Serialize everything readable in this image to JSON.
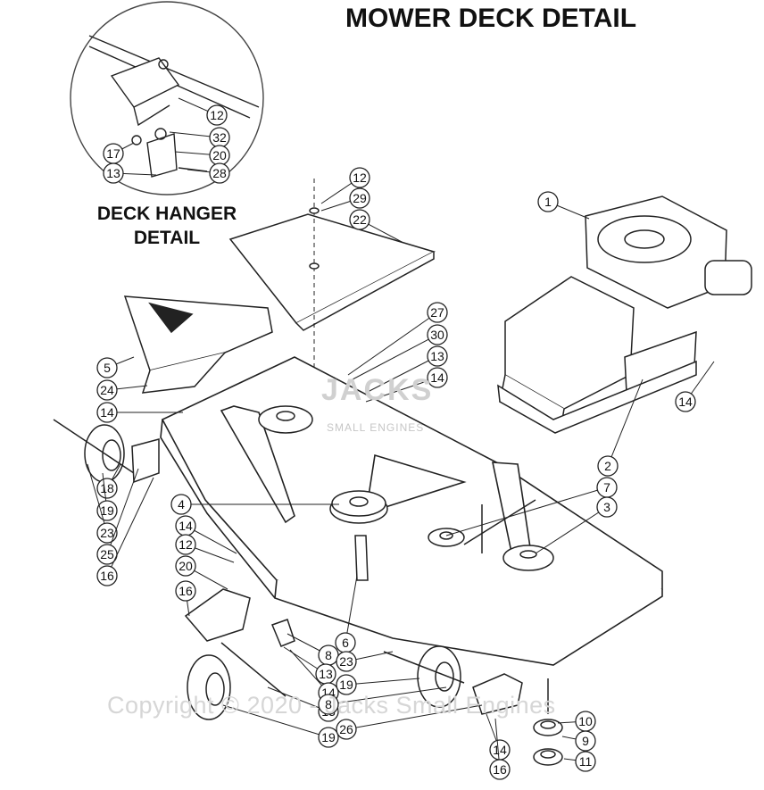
{
  "title": "MOWER DECK DETAIL",
  "inset_label": [
    "DECK HANGER",
    "DETAIL"
  ],
  "watermark": "Copyright © 2020 - Jacks Small Engines",
  "logo": {
    "name": "JACKS",
    "sub": "SMALL ENGINES"
  },
  "callouts": {
    "inset": [
      "12",
      "32",
      "20",
      "17",
      "13",
      "28"
    ],
    "main": [
      "1",
      "12",
      "29",
      "22",
      "27",
      "30",
      "13",
      "14",
      "5",
      "24",
      "14",
      "14",
      "18",
      "19",
      "23",
      "25",
      "16",
      "2",
      "4",
      "7",
      "3",
      "14",
      "12",
      "20",
      "16",
      "6",
      "8",
      "13",
      "23",
      "14",
      "19",
      "13",
      "8",
      "19",
      "26",
      "10",
      "9",
      "11",
      "14",
      "16"
    ]
  }
}
